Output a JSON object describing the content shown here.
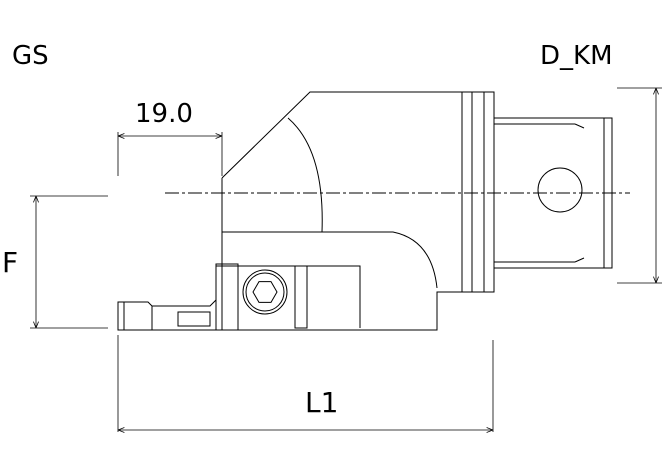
{
  "labels": {
    "top_left": "GS",
    "top_right": "D_KM",
    "dimension_width": "19.0",
    "dimension_height": "F",
    "dimension_length": "L1"
  }
}
